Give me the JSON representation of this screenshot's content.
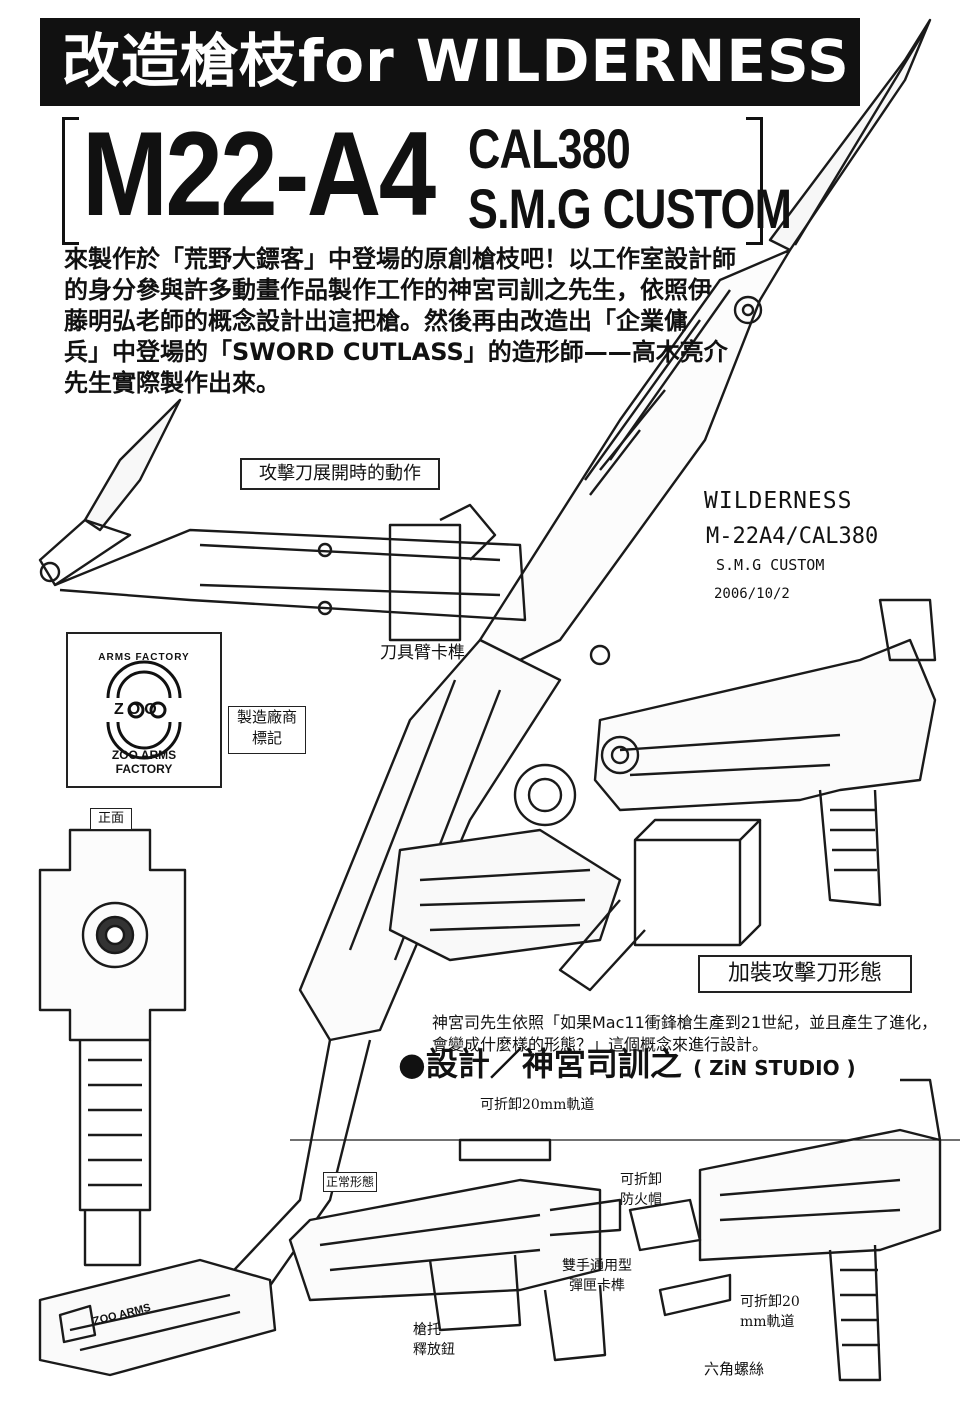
{
  "banner": {
    "title": "改造槍枝for WILDERNESS"
  },
  "heading": {
    "model": "M22-A4",
    "caliber": "CAL380",
    "variant": "S.M.G CUSTOM"
  },
  "intro": {
    "lines": [
      "來製作於「荒野大鏢客」中登場的原創槍枝吧！以工作室設計師",
      "的身分參與許多動畫作品製作工作的神宮司訓之先生，依照伊",
      "藤明弘老師的概念設計出這把槍。然後再由改造出「企業傭",
      "兵」中登場的「SWORD CUTLASS」的造形師——高木亮介",
      "先生實際製作出來。"
    ]
  },
  "labels": {
    "blade_open": "攻擊刀展開時的動作",
    "knife_arm_latch": "刀具臂卡榫",
    "maker_mark_1": "製造廠商",
    "maker_mark_2": "標記",
    "front_view": "正面",
    "bayonet_form": "加裝攻擊刀形態",
    "rail_top": "可折卸20mm軌道",
    "normal_form": "正常形態",
    "flash_hider_1": "可折卸",
    "flash_hider_2": "防火帽",
    "mag_release_1": "雙手通用型",
    "mag_release_2": "彈匣卡榫",
    "stock_release_1": "槍托",
    "stock_release_2": "釋放鈕",
    "rail_side_1": "可折卸20",
    "rail_side_2": "mm軌道",
    "hex_screw": "六角螺絲"
  },
  "sketch_note": {
    "line1": "WILDERNESS",
    "line2": "M-22A4/CAL380",
    "line3": "S.M.G  CUSTOM",
    "date": "2006/10/2"
  },
  "logo": {
    "top": "ARMS FACTORY",
    "mark": "ZOO",
    "bottom1": "ZOO ARMS",
    "bottom2": "FACTORY"
  },
  "description": "神宮司先生依照「如果Mac11衝鋒槍生產到21世紀，並且產生了進化，會變成什麼樣的形態？」這個概念來進行設計。",
  "credit": {
    "text": "●設計／神宮司訓之",
    "studio": "( ZiN STUDIO )"
  },
  "stock_marking": "ZOO ARMS"
}
